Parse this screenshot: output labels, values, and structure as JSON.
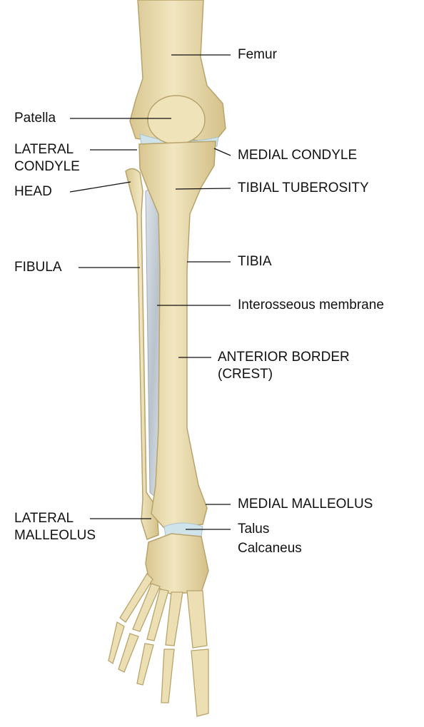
{
  "colors": {
    "bone_fill": "#eadcae",
    "bone_shade": "#cdbb84",
    "bone_outline": "#b7a46c",
    "cartilage": "#cfe3ea",
    "membrane": "#c9d1d8",
    "leader_line": "#111111",
    "text": "#111111"
  },
  "labels": {
    "femur": "Femur",
    "patella": "Patella",
    "lateral_condyle_1": "LATERAL",
    "lateral_condyle_2": "CONDYLE",
    "medial_condyle": "MEDIAL CONDYLE",
    "head": "HEAD",
    "tibial_tuberosity": "TIBIAL TUBEROSITY",
    "fibula": "FIBULA",
    "tibia": "TIBIA",
    "interosseous_membrane": "Interosseous membrane",
    "anterior_border_1": "ANTERIOR BORDER",
    "anterior_border_2": "(CREST)",
    "medial_malleolus": "MEDIAL MALLEOLUS",
    "lateral_malleolus_1": "LATERAL",
    "lateral_malleolus_2": "MALLEOLUS",
    "talus": "Talus",
    "calcaneus": "Calcaneus"
  }
}
